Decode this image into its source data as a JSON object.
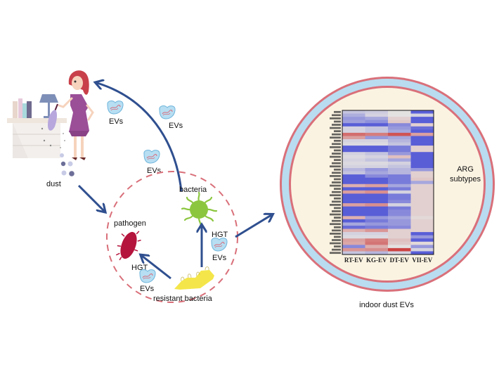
{
  "labels": {
    "dust": "dust",
    "evs_1": "EVs",
    "evs_2": "EVs",
    "evs_3": "EVs",
    "bacteria": "bacteria",
    "pathogen": "pathogen",
    "hgt_right": "HGT",
    "evs_right": "EVs",
    "hgt_left": "HGT",
    "evs_left": "EVs",
    "resistant_bacteria": "resistant bacteria",
    "arg_subtypes_line1": "ARG",
    "arg_subtypes_line2": "subtypes",
    "indoor_dust_evs": "indoor dust EVs"
  },
  "colors": {
    "arrow": "#2f4f8f",
    "dashed_circle": "#d9707a",
    "outer_ring_pink": "#d9707a",
    "outer_ring_blue": "#b9dcf0",
    "inner_fill": "#fbf3e2",
    "heat_low": "#4a4fd6",
    "heat_mid": "#e4e1e1",
    "heat_high": "#cc3b3b",
    "bacteria_green": "#8cc63f",
    "pathogen_red": "#b5143c",
    "resistant_yellow": "#f4e64a",
    "ev_blue": "#a9d8ee",
    "woman_dress": "#9b4f97",
    "woman_hair": "#c8404a"
  },
  "chart_data": {
    "type": "heatmap",
    "title": "",
    "xlabel": "",
    "ylabel": "ARG subtypes",
    "columns": [
      "RT-EV",
      "KG-EV",
      "DT-EV",
      "VII-EV"
    ],
    "row_labels_legible": false,
    "scale": "relative abundance (blue = low, white = mid, red = high)",
    "value_range": [
      -1,
      1
    ],
    "values": [
      [
        -0.2,
        -0.15,
        0.0,
        -0.9
      ],
      [
        -0.35,
        -0.1,
        0.0,
        -0.1
      ],
      [
        -0.5,
        -0.4,
        0.1,
        -0.9
      ],
      [
        -0.45,
        -0.55,
        0.15,
        -0.9
      ],
      [
        -0.9,
        -0.9,
        -0.6,
        0.1
      ],
      [
        -0.1,
        -0.2,
        -0.5,
        -0.8
      ],
      [
        -0.1,
        -0.2,
        -0.4,
        -0.9
      ],
      [
        0.7,
        0.6,
        0.85,
        0.4
      ],
      [
        0.4,
        -0.5,
        -0.4,
        -0.9
      ],
      [
        -0.1,
        -0.1,
        -0.3,
        -0.9
      ],
      [
        -0.05,
        -0.05,
        -0.2,
        -0.9
      ],
      [
        -0.9,
        -0.9,
        -0.7,
        0.1
      ],
      [
        -0.9,
        -0.9,
        -0.7,
        0.1
      ],
      [
        -0.1,
        -0.2,
        -0.5,
        -0.9
      ],
      [
        -0.05,
        -0.1,
        0.2,
        -0.9
      ],
      [
        -0.1,
        -0.2,
        -0.4,
        -0.9
      ],
      [
        -0.05,
        -0.05,
        -0.1,
        -0.9
      ],
      [
        -0.1,
        -0.1,
        -0.2,
        -0.9
      ],
      [
        -0.3,
        -0.5,
        -0.3,
        -0.5
      ],
      [
        -0.2,
        -0.4,
        -0.3,
        0.1
      ],
      [
        -0.9,
        -0.6,
        -0.7,
        0.1
      ],
      [
        -0.9,
        -0.9,
        -0.7,
        0.15
      ],
      [
        -0.9,
        -0.9,
        -0.7,
        -0.4
      ],
      [
        0.3,
        0.4,
        -0.4,
        0.1
      ],
      [
        -0.9,
        -0.9,
        -0.7,
        0.1
      ],
      [
        0.4,
        0.5,
        -0.1,
        0.1
      ],
      [
        -0.9,
        -0.9,
        -0.7,
        0.1
      ],
      [
        -0.9,
        -0.9,
        -0.7,
        0.1
      ],
      [
        -0.9,
        -0.9,
        -0.6,
        0.1
      ],
      [
        0.4,
        0.5,
        -0.1,
        0.1
      ],
      [
        -0.9,
        -0.9,
        -0.7,
        0.1
      ],
      [
        -0.9,
        -0.9,
        -0.6,
        0.1
      ],
      [
        -0.9,
        -0.9,
        -0.6,
        0.1
      ],
      [
        0.3,
        -0.5,
        -0.4,
        0.05
      ],
      [
        -0.9,
        -0.7,
        -0.5,
        0.1
      ],
      [
        -0.4,
        -0.5,
        -0.5,
        0.1
      ],
      [
        -0.8,
        -0.7,
        -0.6,
        0.1
      ],
      [
        0.3,
        0.45,
        0.1,
        0.1
      ],
      [
        -0.1,
        -0.1,
        0.1,
        -0.9
      ],
      [
        -0.05,
        -0.05,
        0.1,
        -0.5
      ],
      [
        0.4,
        0.6,
        0.2,
        -0.9
      ],
      [
        0.35,
        0.65,
        0.15,
        0.05
      ],
      [
        -0.6,
        0.3,
        0.0,
        -0.5
      ],
      [
        0.45,
        0.5,
        0.95,
        -0.1
      ],
      [
        -0.2,
        -0.3,
        -0.1,
        -0.9
      ]
    ]
  }
}
